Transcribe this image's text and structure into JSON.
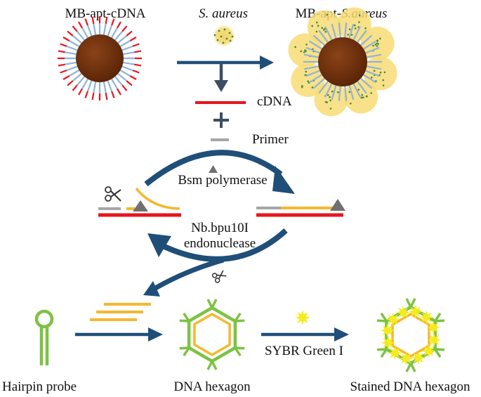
{
  "labels": {
    "mb_apt_cdna": "MB-apt-cDNA",
    "s_aureus": "S. aureus",
    "mb_apt_prefix": "MB-apt-",
    "mb_apt_suffix": "S.aureus",
    "cdna": "cDNA",
    "plus": "+",
    "primer": "Primer",
    "bsm": "Bsm polymerase",
    "nb_line1": "Nb.bpu10I",
    "nb_line2": "endonuclease",
    "hairpin": "Hairpin probe",
    "hexagon": "DNA hexagon",
    "sybr": "SYBR Green I",
    "stained": "Stained DNA hexagon"
  },
  "colors": {
    "arrow": "#1f4e79",
    "cdna_red": "#e8141e",
    "primer_gray": "#a6a6a6",
    "product_orange": "#f5b82e",
    "probe_green": "#7cc243",
    "bead_brown": "#6b2e0c",
    "aptamer_blue": "#8fb3d9",
    "dye_yellow": "#f4ec1c",
    "triangle_gray": "#707070"
  }
}
